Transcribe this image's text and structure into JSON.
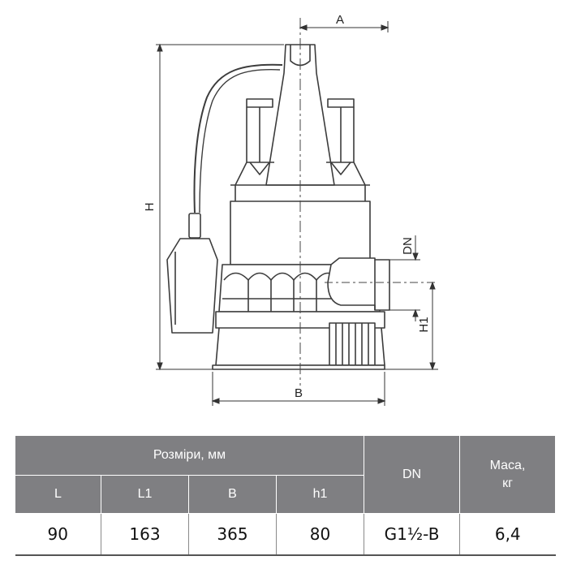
{
  "drawing": {
    "dimensions": {
      "a": "A",
      "h": "H",
      "b": "B",
      "dn": "DN",
      "h1": "H1"
    }
  },
  "table": {
    "group_header": "Розміри, мм",
    "headers": [
      "L",
      "L1",
      "B",
      "h1"
    ],
    "dn_header": "DN",
    "mass_header_line1": "Маса,",
    "mass_header_line2": "кг",
    "values": {
      "L": "90",
      "L1": "163",
      "B": "365",
      "h1": "80",
      "DN": "G1½-B",
      "mass": "6,4"
    }
  }
}
